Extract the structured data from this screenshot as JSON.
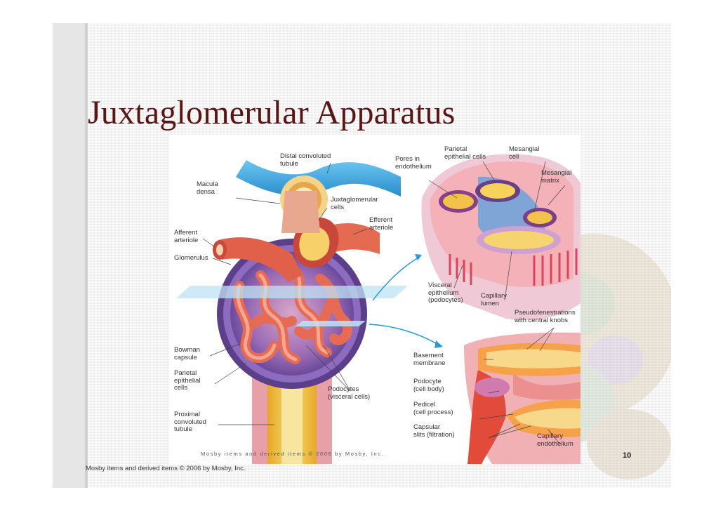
{
  "slide": {
    "title": "Juxtaglomerular Apparatus",
    "page_number": "10",
    "footer_credit": "Mosby items and derived items © 2006 by Mosby, Inc."
  },
  "figure": {
    "credit": "Mosby items and derived items © 2006 by Mosby, Inc.",
    "labels": {
      "distal": "Distal convoluted\ntubule",
      "macula": "Macula\ndensa",
      "jg_cells": "Juxtaglomerular\ncells",
      "efferent": "Efferent\narteriole",
      "afferent": "Afferent\narteriole",
      "glomerulus": "Glomerulus",
      "bowman": "Bowman\ncapsule",
      "parietal_left": "Parietal\nepithelial\ncells",
      "podocytes": "Podocytes\n(visceral cells)",
      "proximal": "Proximal\nconvoluted\ntubule",
      "pores": "Pores in\nendothelium",
      "parietal_right": "Parietal\nepithelial cells",
      "mesangial_cell": "Mesangial\ncell",
      "mesangial_matrix": "Mesangial\nmatrix",
      "visceral": "Visceral\nepithelium\n(podocytes)",
      "capillary_lumen": "Capillary\nlumen",
      "pseudo": "Pseudofenestrations\nwith central knobs",
      "basement": "Basement\nmembrane",
      "podocyte_body": "Podocyte\n(cell body)",
      "pedicel": "Pedicel\n(cell process)",
      "slits": "Capsular\nslits (filtration)",
      "cap_endo": "Capillary\nendothelium"
    }
  },
  "colors": {
    "title": "#5a1515",
    "tubule_blue": "#3aa8e0",
    "vessel_red": "#e0604a",
    "capsule_purple": "#6a4a9a",
    "tubule_yellow": "#f2c23a"
  }
}
